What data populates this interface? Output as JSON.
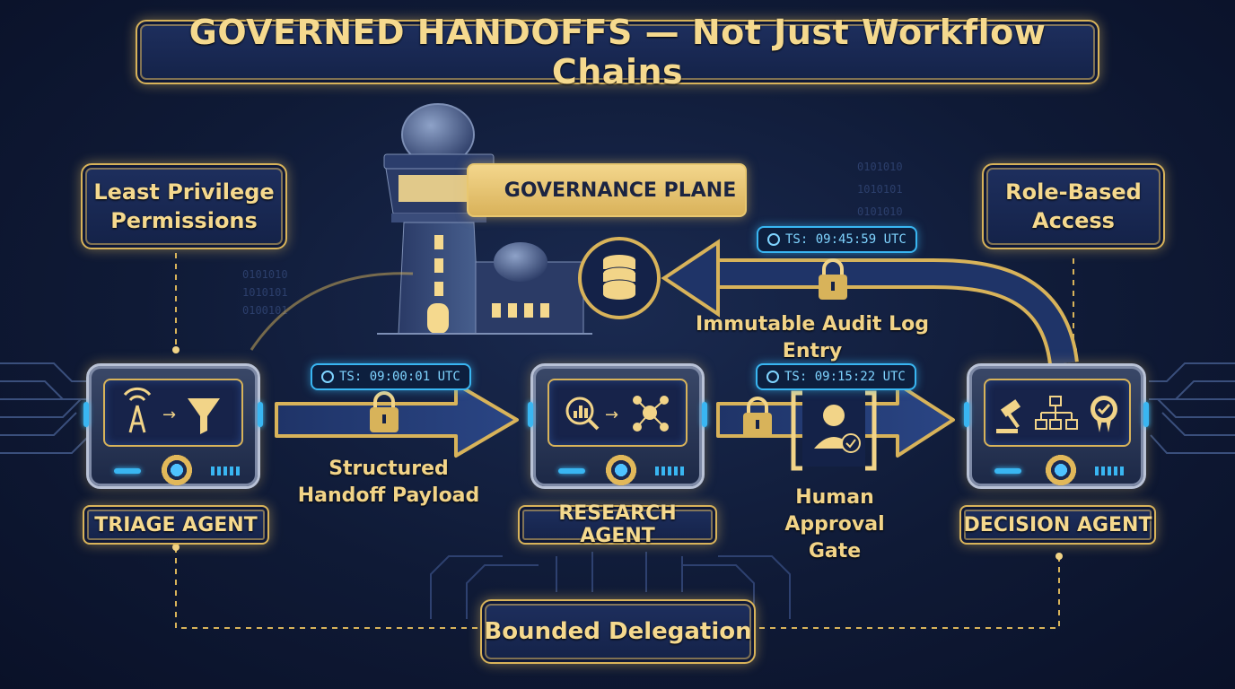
{
  "title": "GOVERNED HANDOFFS — Not Just Workflow Chains",
  "governance_plane": "GOVERNANCE PLANE",
  "corner_labels": {
    "least_privilege": "Least Privilege\nPermissions",
    "role_based": "Role-Based\nAccess"
  },
  "agents": {
    "triage": "TRIAGE AGENT",
    "research": "RESEARCH AGENT",
    "decision": "DECISION AGENT"
  },
  "timestamps": {
    "audit": "TS: 09:45:59 UTC",
    "handoff_1": "TS: 09:00:01 UTC",
    "handoff_2": "TS: 09:15:22 UTC"
  },
  "captions": {
    "audit_log": "Immutable Audit Log Entry",
    "payload": "Structured\nHandoff Payload",
    "approval": "Human\nApproval\nGate"
  },
  "bounded_delegation": "Bounded Delegation",
  "colors": {
    "gold": "#d8b35a",
    "navy": "#142248",
    "cyan": "#39b6f2"
  },
  "icons": [
    "antenna-icon",
    "funnel-icon",
    "magnifier-chart-icon",
    "network-icon",
    "gavel-icon",
    "flowchart-icon",
    "badge-check-icon",
    "lock-icon",
    "database-icon",
    "person-check-icon",
    "clock-icon",
    "gear-icon"
  ]
}
